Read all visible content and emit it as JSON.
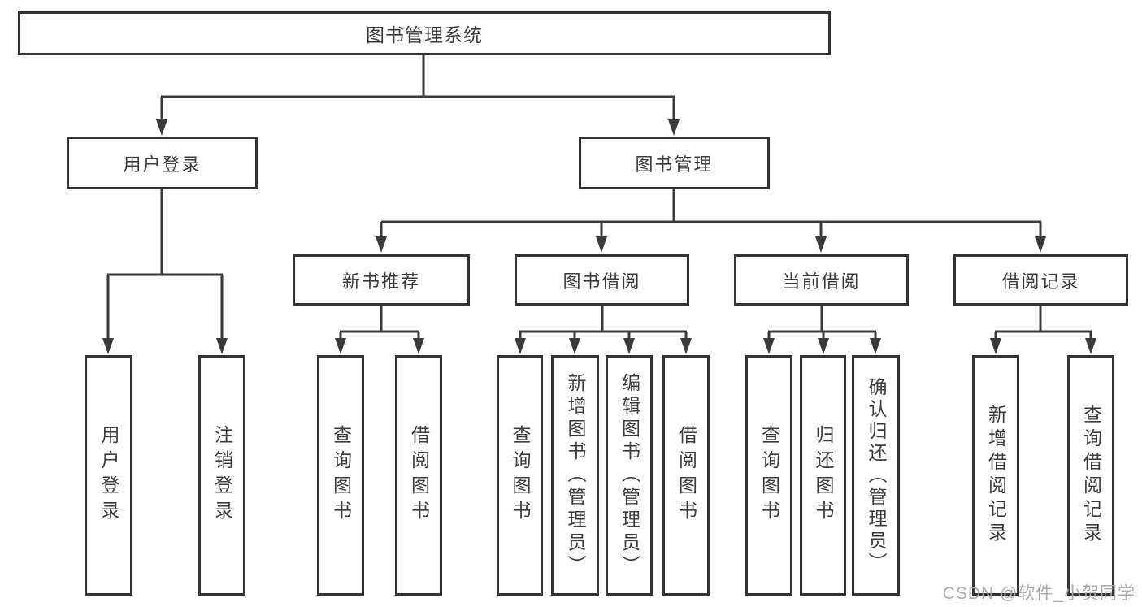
{
  "tree": {
    "label": "图书管理系统",
    "children": [
      {
        "label": "用户登录",
        "children": [
          {
            "label": "用户登录"
          },
          {
            "label": "注销登录"
          }
        ]
      },
      {
        "label": "图书管理",
        "children": [
          {
            "label": "新书推荐",
            "children": [
              {
                "label": "查询图书"
              },
              {
                "label": "借阅图书"
              }
            ]
          },
          {
            "label": "图书借阅",
            "children": [
              {
                "label": "查询图书"
              },
              {
                "label": "新增图书（管理员）"
              },
              {
                "label": "编辑图书（管理员）"
              },
              {
                "label": "借阅图书"
              }
            ]
          },
          {
            "label": "当前借阅",
            "children": [
              {
                "label": "查询图书"
              },
              {
                "label": "归还图书"
              },
              {
                "label": "确认归还（管理员）"
              }
            ]
          },
          {
            "label": "借阅记录",
            "children": [
              {
                "label": "新增借阅记录"
              },
              {
                "label": "查询借阅记录"
              }
            ]
          }
        ]
      }
    ]
  },
  "watermark": "CSDN @软件_小贺同学",
  "colors": {
    "line": "#3a3a3a",
    "box_border": "#333333",
    "text": "#3c3c3c",
    "background": "#ffffff",
    "watermark": "#a8a8a8"
  }
}
